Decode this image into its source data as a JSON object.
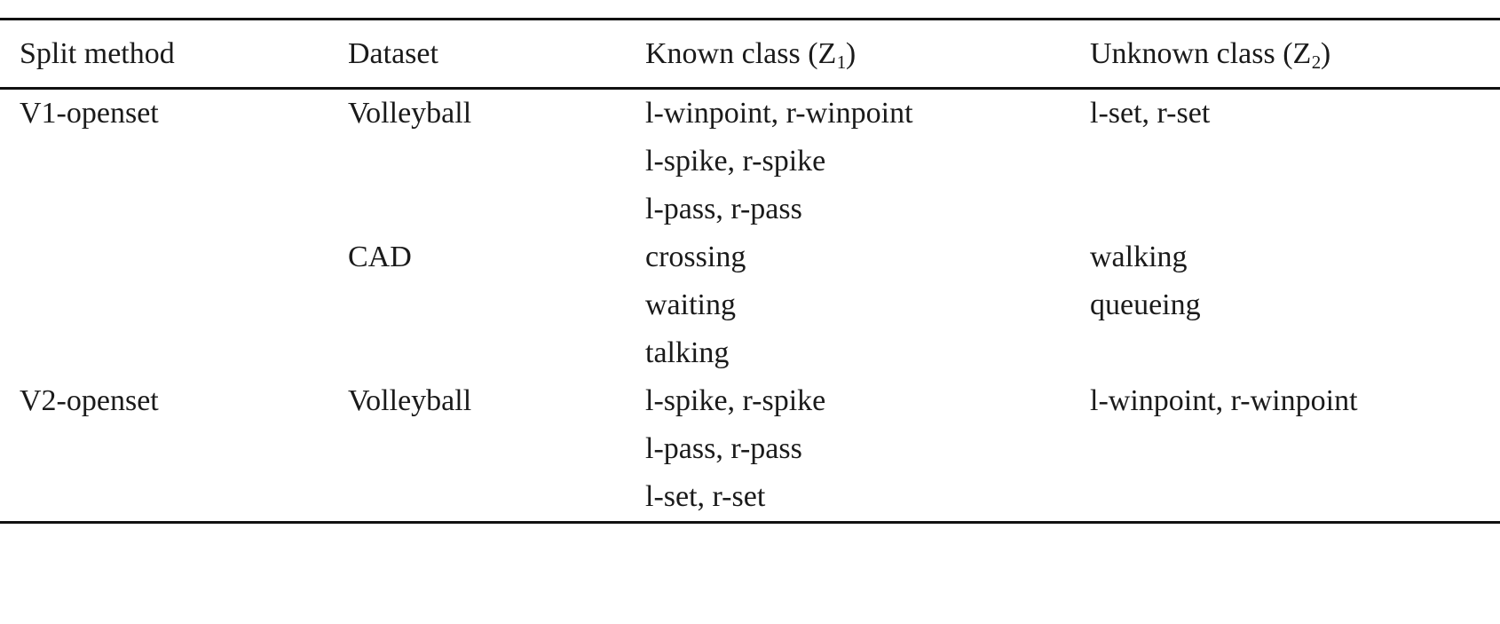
{
  "table": {
    "columns": [
      {
        "key": "split",
        "label": "Split method"
      },
      {
        "key": "dataset",
        "label": "Dataset"
      },
      {
        "key": "known",
        "label_prefix": "Known class (",
        "label_var": "Z",
        "label_sub": "1",
        "label_suffix": ")"
      },
      {
        "key": "unknown",
        "label_prefix": "Unknown class (",
        "label_var": "Z",
        "label_sub": "2",
        "label_suffix": ")"
      }
    ],
    "rows": [
      {
        "split": "V1-openset",
        "dataset": "Volleyball",
        "known": "l-winpoint, r-winpoint",
        "unknown": "l-set, r-set"
      },
      {
        "split": "",
        "dataset": "",
        "known": "l-spike, r-spike",
        "unknown": ""
      },
      {
        "split": "",
        "dataset": "",
        "known": "l-pass, r-pass",
        "unknown": ""
      },
      {
        "split": "",
        "dataset": "CAD",
        "known": "crossing",
        "unknown": "walking"
      },
      {
        "split": "",
        "dataset": "",
        "known": "waiting",
        "unknown": "queueing"
      },
      {
        "split": "",
        "dataset": "",
        "known": "talking",
        "unknown": ""
      },
      {
        "split": "V2-openset",
        "dataset": "Volleyball",
        "known": "l-spike, r-spike",
        "unknown": "l-winpoint, r-winpoint"
      },
      {
        "split": "",
        "dataset": "",
        "known": "l-pass, r-pass",
        "unknown": ""
      },
      {
        "split": "",
        "dataset": "",
        "known": "l-set, r-set",
        "unknown": ""
      }
    ]
  },
  "style": {
    "rule_color": "#111111",
    "text_color": "#1a1a1a",
    "background": "#ffffff"
  }
}
